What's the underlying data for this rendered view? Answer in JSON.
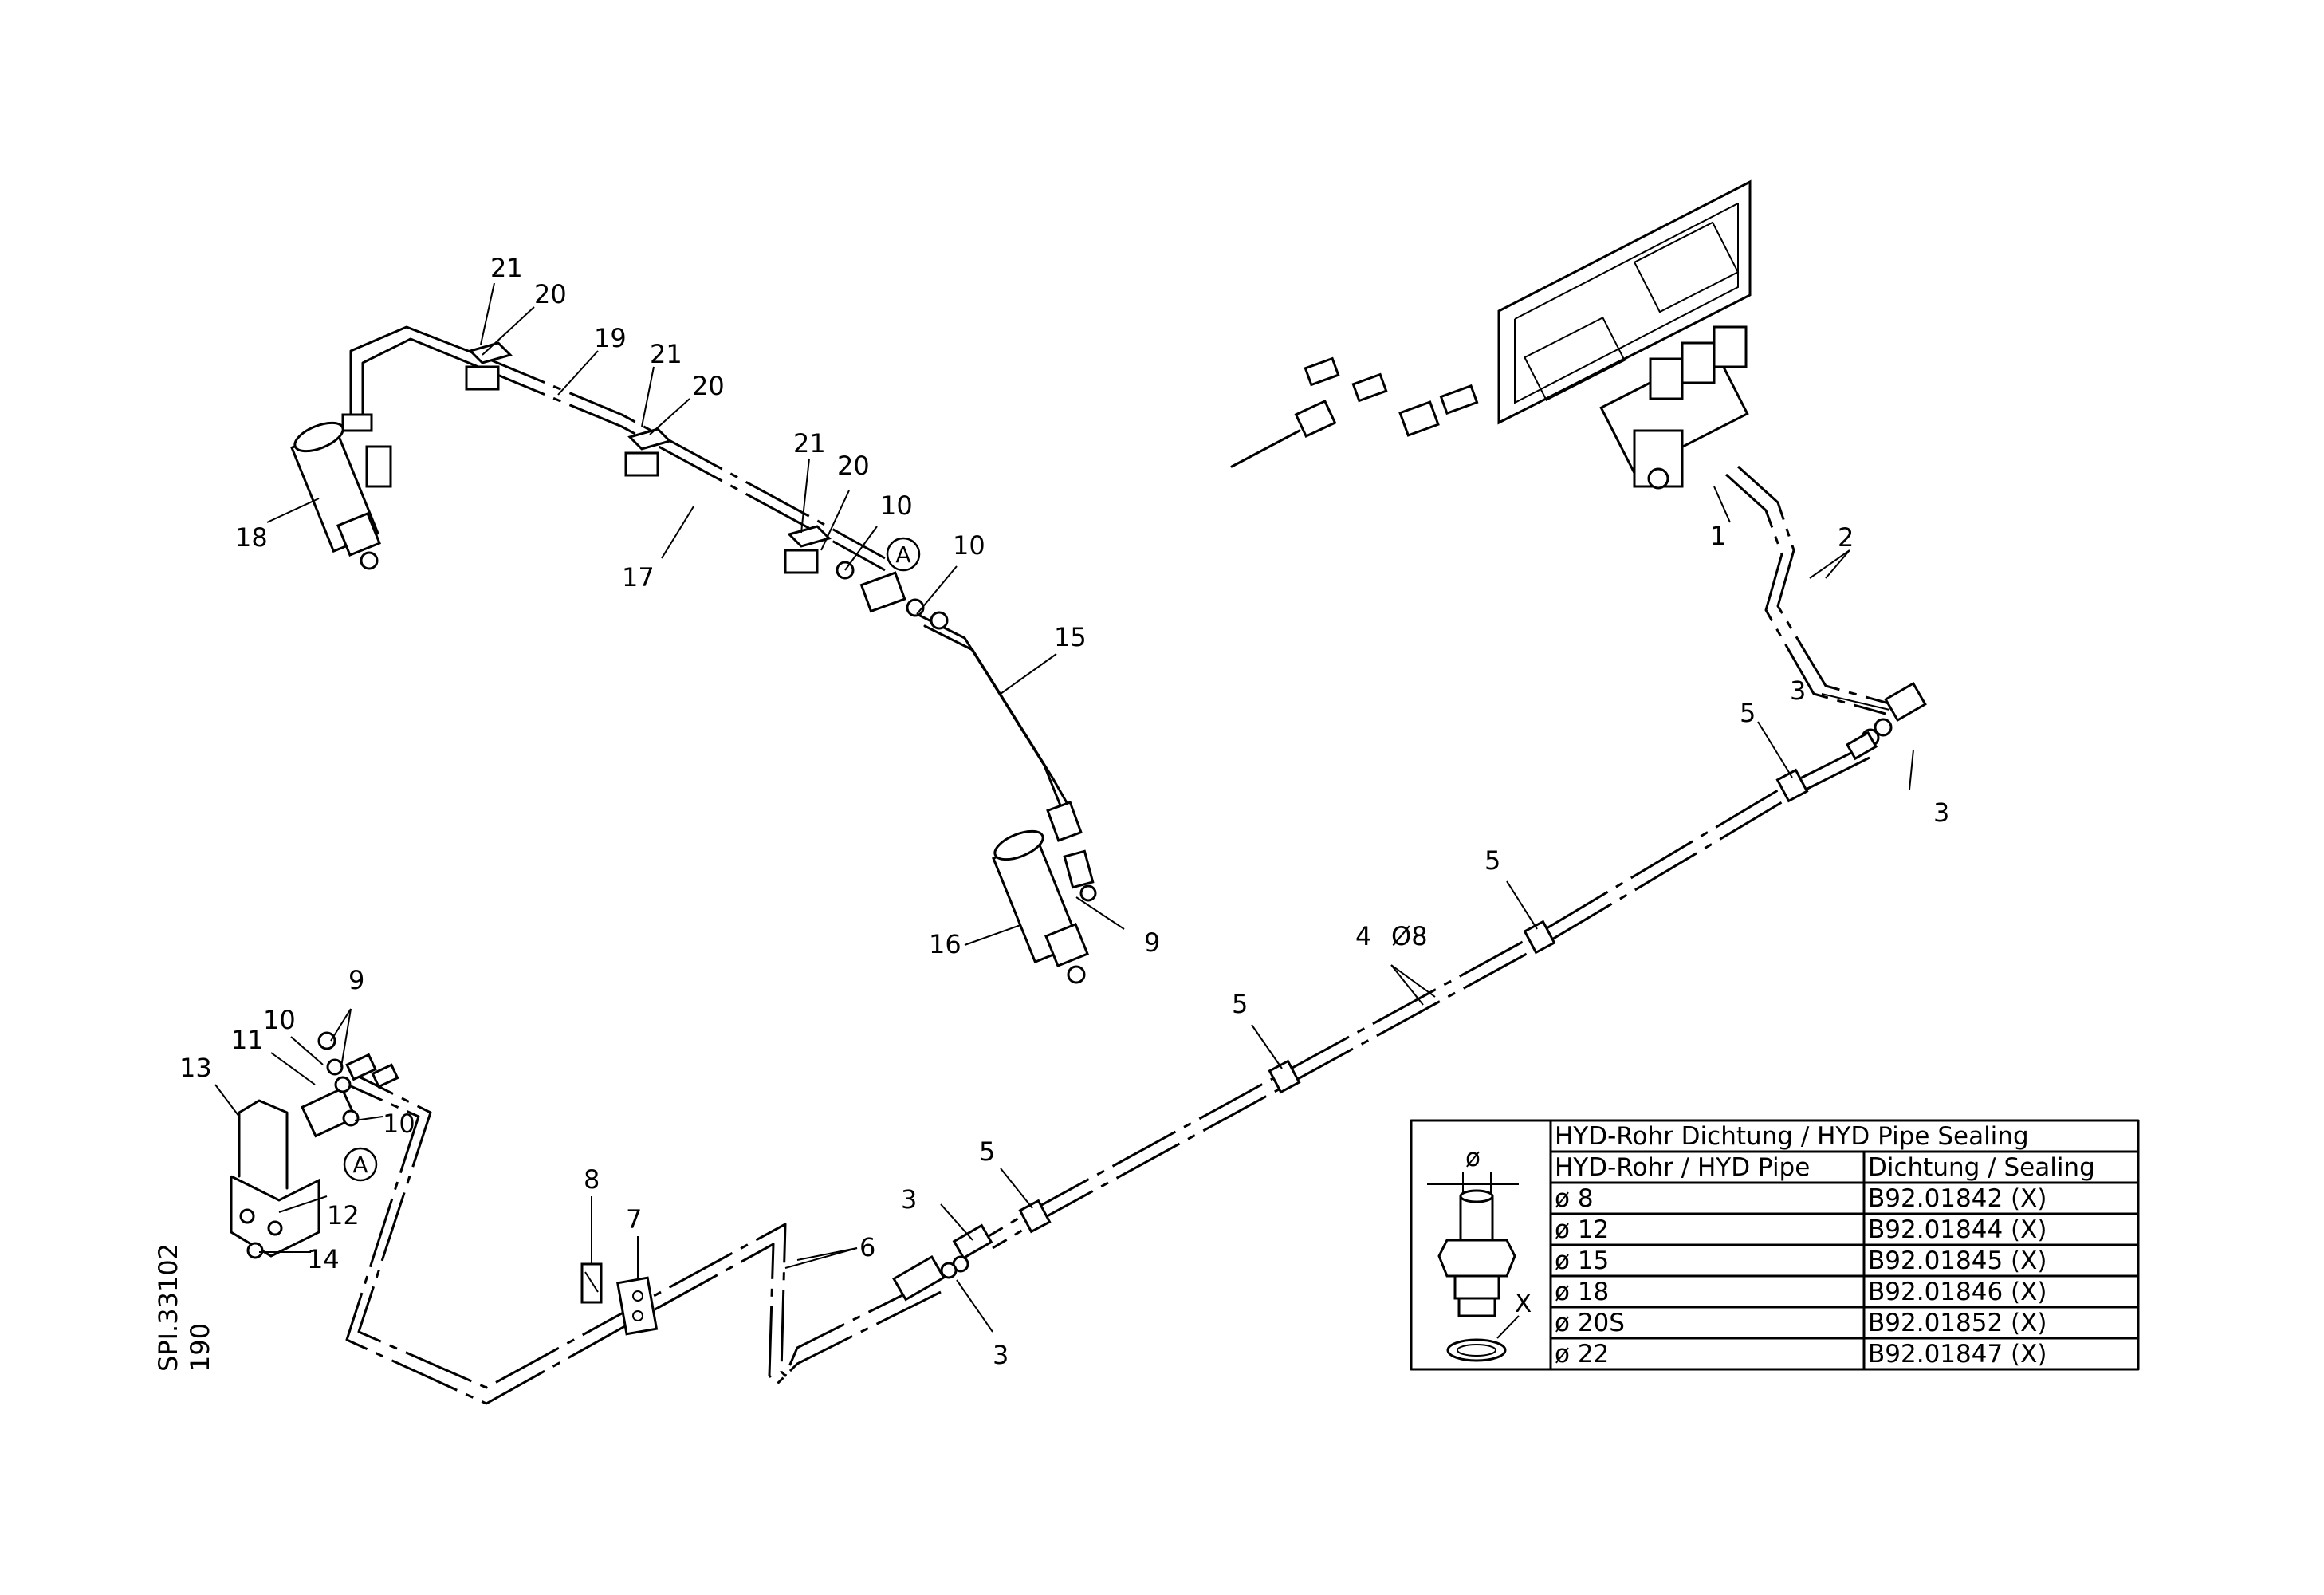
{
  "callouts": {
    "c1": "1",
    "c2": "2",
    "c3a": "3",
    "c3b": "3",
    "c3c": "3",
    "c3d": "3",
    "c4": "4",
    "c4dia": "Ø8",
    "c5a": "5",
    "c5b": "5",
    "c5c": "5",
    "c5d": "5",
    "c6": "6",
    "c7": "7",
    "c8": "8",
    "c9a": "9",
    "c9b": "9",
    "c10a": "10",
    "c10b": "10",
    "c10c": "10",
    "c10d": "10",
    "c11": "11",
    "c12": "12",
    "c13": "13",
    "c14": "14",
    "c15": "15",
    "c16": "16",
    "c17": "17",
    "c18": "18",
    "c19": "19",
    "c20a": "20",
    "c20b": "20",
    "c20c": "20",
    "c21a": "21",
    "c21b": "21",
    "c21c": "21",
    "detail_a1": "A",
    "detail_a2": "A"
  },
  "drawing_number": "SPI.33102",
  "page_number": "190",
  "sealing_table": {
    "title": "HYD-Rohr Dichtung / HYD Pipe Sealing",
    "col_pipe": "HYD-Rohr / HYD Pipe",
    "col_seal": "Dichtung / Sealing",
    "diameter_symbol": "ø",
    "seal_marker": "X",
    "rows": [
      {
        "pipe": "ø  8",
        "seal": "B92.01842   (X)"
      },
      {
        "pipe": "ø  12",
        "seal": "B92.01844   (X)"
      },
      {
        "pipe": "ø  15",
        "seal": "B92.01845   (X)"
      },
      {
        "pipe": "ø  18",
        "seal": "B92.01846   (X)"
      },
      {
        "pipe": "ø  20S",
        "seal": "B92.01852   (X)"
      },
      {
        "pipe": "ø  22",
        "seal": "B92.01847   (X)"
      }
    ]
  }
}
